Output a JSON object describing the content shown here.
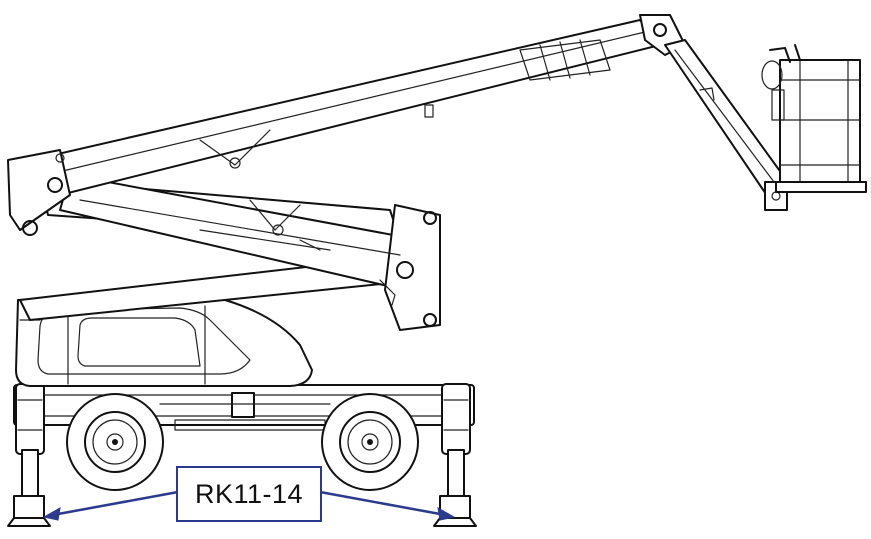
{
  "callout": {
    "label": "RK11-14",
    "line_color": "#2a3b8f",
    "targets": [
      "left-outrigger-foot",
      "right-outrigger-foot"
    ]
  }
}
